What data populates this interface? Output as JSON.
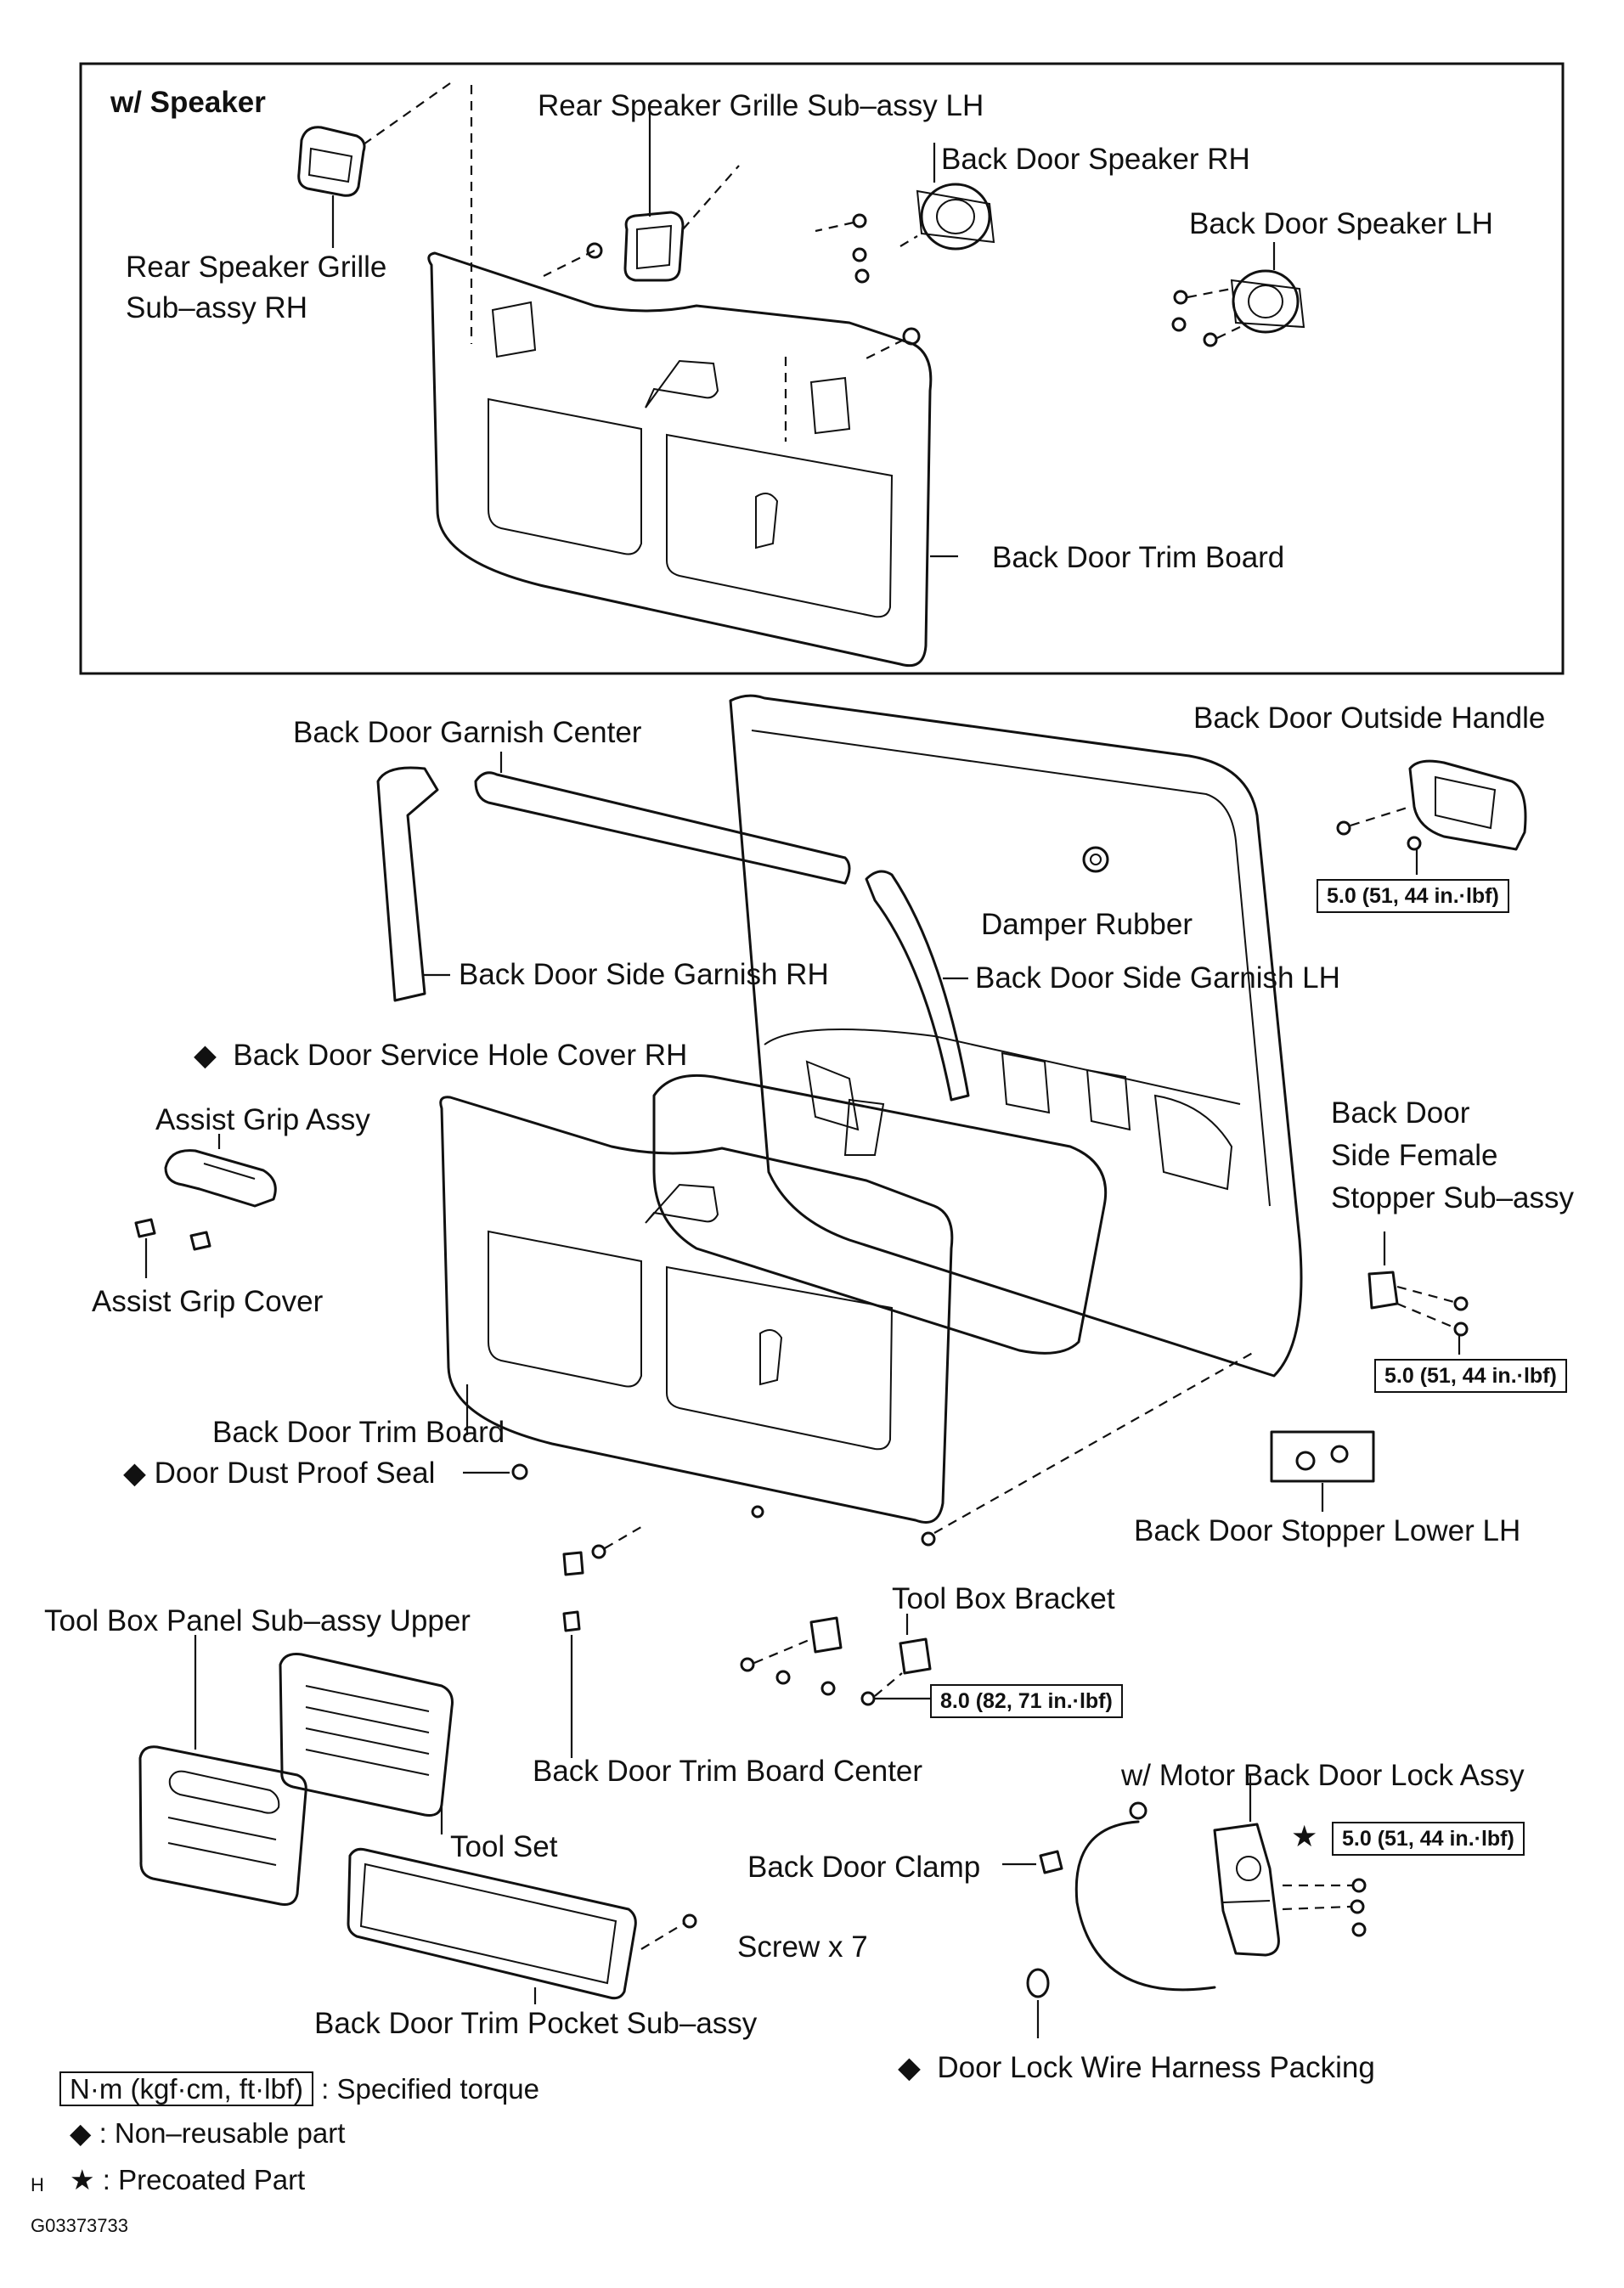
{
  "top_section": {
    "title": "w/ Speaker",
    "rear_speaker_grille_lh": "Rear Speaker Grille Sub–assy LH",
    "back_door_speaker_rh": "Back Door Speaker RH",
    "back_door_speaker_lh": "Back Door Speaker LH",
    "rear_speaker_grille_rh_1": "Rear Speaker Grille",
    "rear_speaker_grille_rh_2": "Sub–assy RH",
    "back_door_trim_board": "Back Door Trim Board"
  },
  "main_section": {
    "back_door_garnish_center": "Back Door Garnish Center",
    "back_door_outside_handle": "Back Door Outside Handle",
    "damper_rubber": "Damper Rubber",
    "back_door_side_garnish_rh": "Back Door Side Garnish RH",
    "back_door_side_garnish_lh": "Back Door Side Garnish LH",
    "service_hole_cover_rh": "Back Door Service Hole Cover RH",
    "assist_grip_assy": "Assist Grip Assy",
    "side_female_stopper_1": "Back Door",
    "side_female_stopper_2": "Side Female",
    "side_female_stopper_3": "Stopper Sub–assy",
    "assist_grip_cover": "Assist Grip Cover",
    "back_door_trim_board": "Back Door Trim Board",
    "door_dust_proof_seal": "Door Dust Proof Seal",
    "back_door_stopper_lower_lh": "Back Door Stopper Lower LH",
    "tool_box_bracket": "Tool Box Bracket",
    "tool_box_panel_upper": "Tool Box Panel Sub–assy Upper",
    "back_door_trim_board_center": "Back Door Trim Board Center",
    "motor_back_door_lock": "w/ Motor Back Door Lock Assy",
    "tool_set": "Tool Set",
    "back_door_clamp": "Back Door Clamp",
    "screw_x7": "Screw x 7",
    "back_door_trim_pocket": "Back Door Trim Pocket Sub–assy",
    "door_lock_wire_harness_packing": "Door Lock Wire Harness Packing"
  },
  "torques": {
    "outside_handle": "5.0 (51, 44 in.·lbf)",
    "side_female_stopper": "5.0 (51, 44 in.·lbf)",
    "tool_box_bracket": "8.0 (82, 71 in.·lbf)",
    "door_lock": "5.0 (51, 44 in.·lbf)"
  },
  "legend": {
    "torque_unit": "N·m (kgf·cm, ft·lbf)",
    "torque_desc": ": Specified torque",
    "non_reusable": ": Non–reusable part",
    "precoated": ": Precoated Part",
    "diamond_symbol": "◆",
    "star_symbol": "★"
  },
  "footer": {
    "h_mark": "H",
    "figure_code": "G03373733"
  }
}
